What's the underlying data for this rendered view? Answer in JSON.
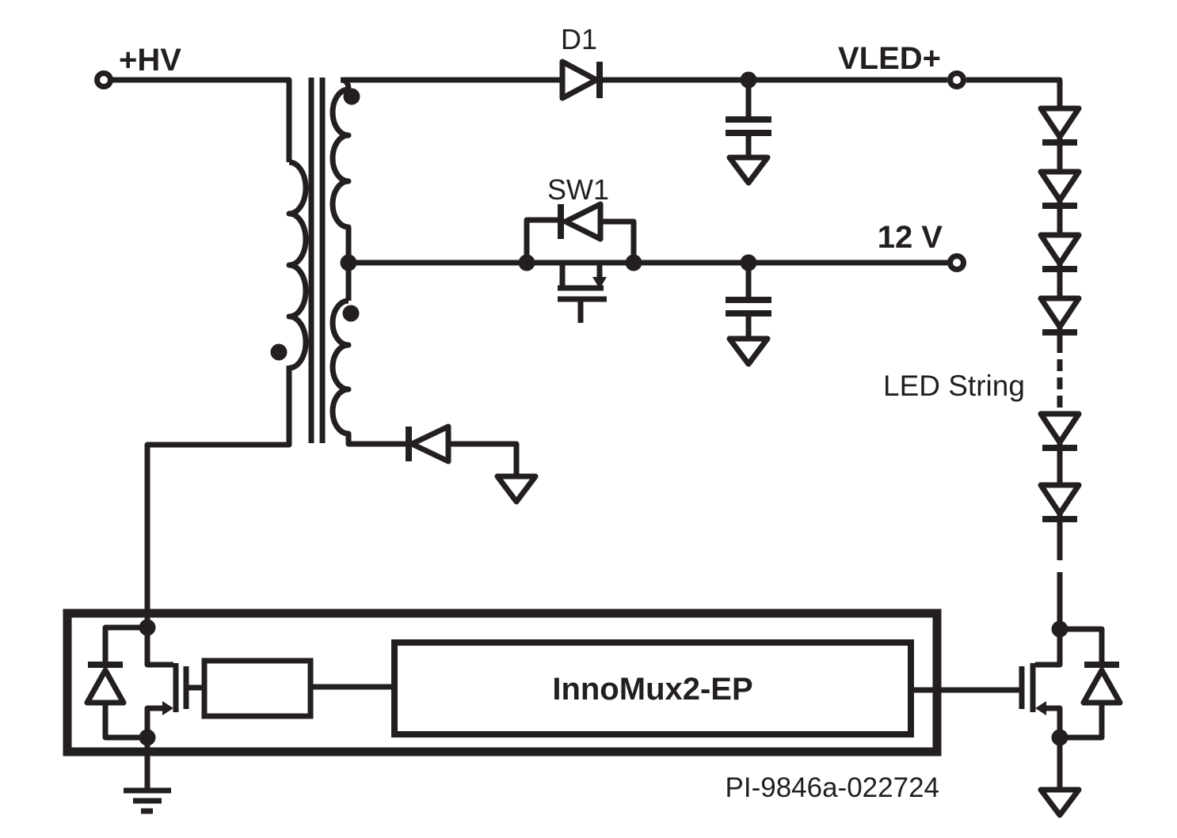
{
  "colors": {
    "ink": "#231f20",
    "paper": "#ffffff"
  },
  "labels": {
    "hv": "+HV",
    "d1": "D1",
    "vled": "VLED+",
    "sw1": "SW1",
    "v12": "12 V",
    "led_string": "LED String",
    "chip": "InnoMux2-EP",
    "part_number": "PI-9846a-022724"
  },
  "components": [
    "hv-input-terminal",
    "flyback-transformer-with-primary-secondary-and-auxiliary-windings",
    "output-diode-d1",
    "vled-output-capacitor-with-ground",
    "vled-output-terminal",
    "switch-sw1-mosfet-with-parallel-diode",
    "12v-output-capacitor-with-ground",
    "12v-output-terminal",
    "led-string-of-series-leds-with-dashed-continuation",
    "auxiliary-winding-diode-with-ground",
    "innomux2-ep-controller-box",
    "internal-mosfet-with-body-diode",
    "internal-gate-driver-block",
    "external-led-mosfet-with-body-diode-and-ground",
    "chip-earth-ground"
  ]
}
